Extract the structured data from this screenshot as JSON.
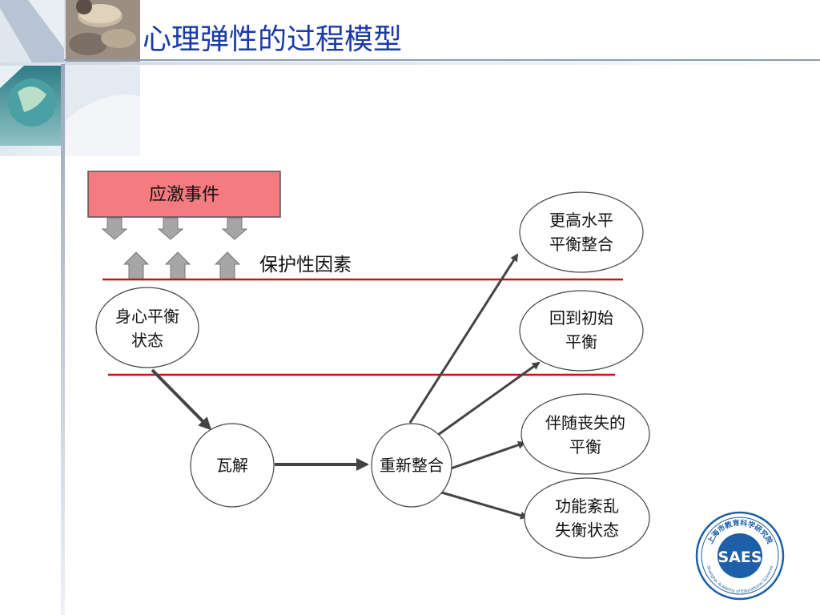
{
  "title": "心理弹性的过程模型",
  "stress_event": "应激事件",
  "protective_factors": "保护性因素",
  "nodes": {
    "balance": [
      "身心平衡",
      "状态"
    ],
    "disintegration": "瓦解",
    "reintegration": "重新整合",
    "outcomes": [
      [
        "更高水平",
        "平衡整合"
      ],
      [
        "回到初始",
        "平衡"
      ],
      [
        "伴随丧失的",
        "平衡"
      ],
      [
        "功能紊乱",
        "失衡状态"
      ]
    ]
  },
  "logo": {
    "abbr": "SAES",
    "arc_cn": "上海市教育科学研究院",
    "arc_en": "Shanghai Academy of Educational Sciences"
  },
  "colors": {
    "title": "#1a3aa8",
    "stress_box": "#f47c80",
    "red_line": "#c0161c",
    "arrow": "#444444",
    "block_arrow": "#a6a6a6",
    "seal": "#1d5fa8"
  },
  "icons": [
    "coins-photo",
    "globe-photo"
  ]
}
